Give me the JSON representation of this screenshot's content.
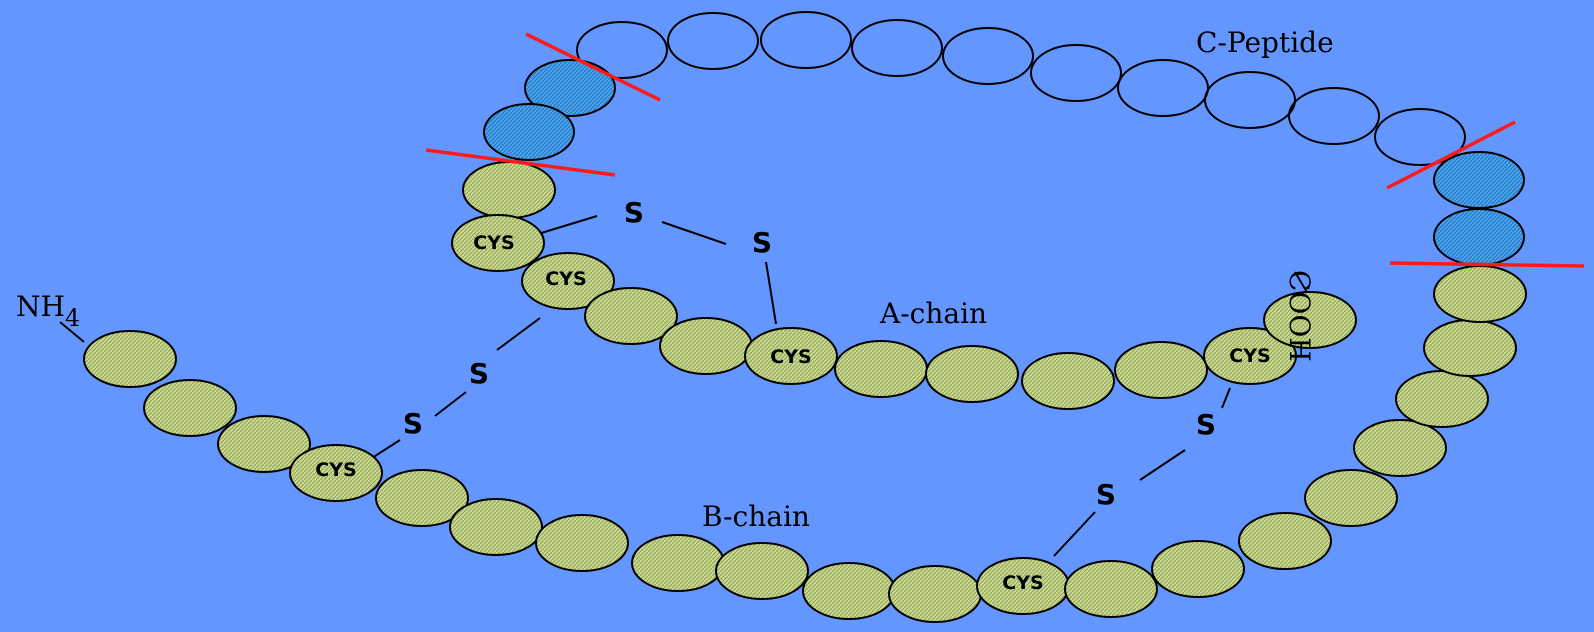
{
  "labels": {
    "c_peptide": "C-Peptide",
    "a_chain": "A-chain",
    "b_chain": "B-chain",
    "nh4_main": "NH",
    "nh4_sub": "4",
    "cooh": "COOH",
    "cys": "CYS",
    "sulfur": "S"
  },
  "colors": {
    "background": "#6496ff",
    "chain_residue": "#c6d68a",
    "cleavage_residue": "#3d9ae8",
    "cut_mark": "#ff1a1a"
  }
}
